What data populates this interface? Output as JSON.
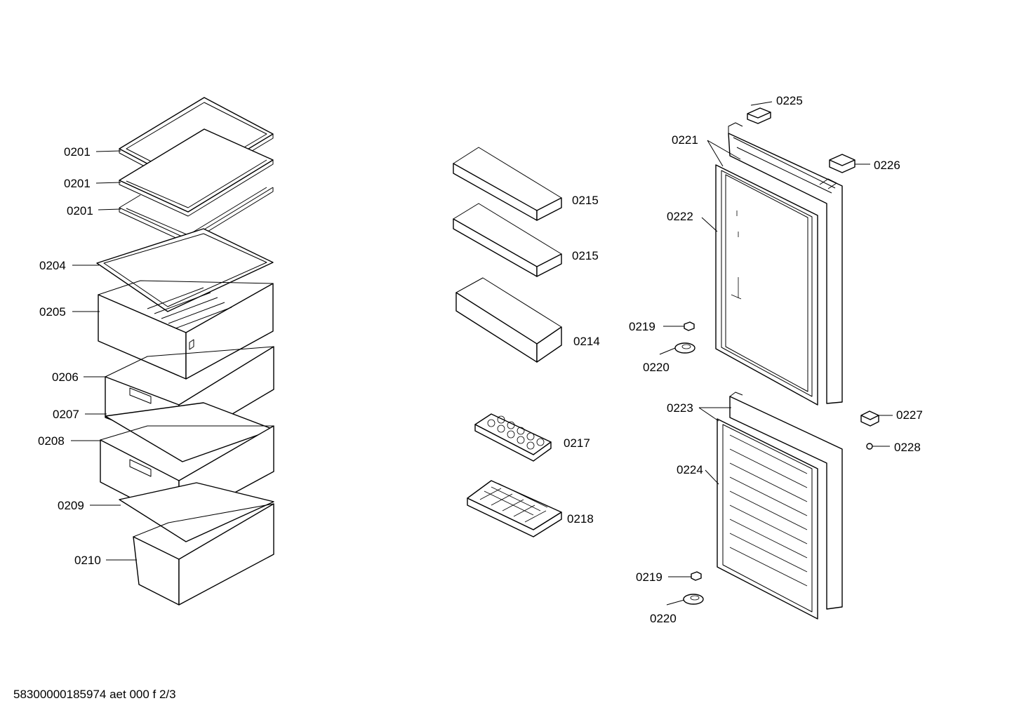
{
  "labels": {
    "l0201a": "0201",
    "l0201b": "0201",
    "l0201c": "0201",
    "l0204": "0204",
    "l0205": "0205",
    "l0206": "0206",
    "l0207": "0207",
    "l0208": "0208",
    "l0209": "0209",
    "l0210": "0210",
    "l0215a": "0215",
    "l0215b": "0215",
    "l0214": "0214",
    "l0217": "0217",
    "l0218": "0218",
    "l0225": "0225",
    "l0221": "0221",
    "l0226": "0226",
    "l0222": "0222",
    "l0219a": "0219",
    "l0220a": "0220",
    "l0223": "0223",
    "l0227": "0227",
    "l0228": "0228",
    "l0224": "0224",
    "l0219b": "0219",
    "l0220b": "0220"
  },
  "footer": {
    "text": "58300000185974 aet 000 f 2/3"
  }
}
